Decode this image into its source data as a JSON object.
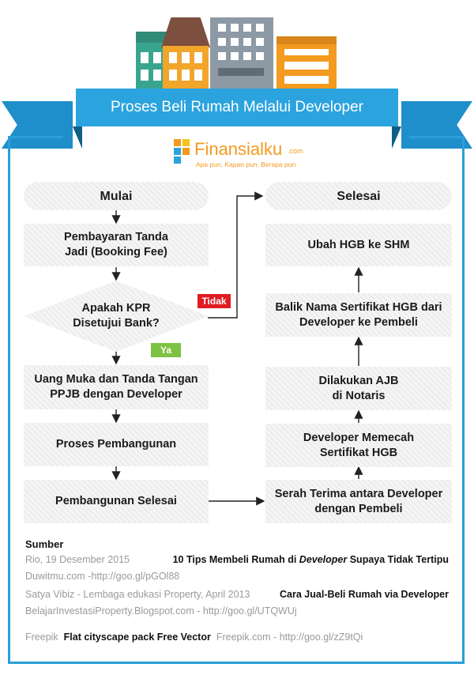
{
  "header": {
    "title": "Proses Beli Rumah Melalui Developer"
  },
  "logo": {
    "name": "Finansialku",
    "dotcom": ".com",
    "tagline": "Apa pun, Kapan pun, Berapa pun"
  },
  "flow": {
    "start": "Mulai",
    "finish": "Selesai",
    "left_steps": [
      "Pembayaran Tanda Jadi (Booking Fee)",
      "Uang Muka dan Tanda Tangan PPJB dengan Developer",
      "Proses Pembangunan",
      "Pembangunan Selesai"
    ],
    "decision": "Apakah KPR Disetujui Bank?",
    "no_label": "Tidak",
    "yes_label": "Ya",
    "right_steps": [
      "Ubah HGB ke SHM",
      "Balik Nama Sertifikat HGB dari Developer ke Pembeli",
      "Dilakukan AJB di Notaris",
      "Developer Memecah Sertifikat HGB",
      "Serah Terima antara Developer dengan Pembeli"
    ]
  },
  "sources": {
    "heading": "Sumber",
    "items": [
      {
        "prefix": "Rio, 19 Desember 2015",
        "title_a": "10 Tips Membeli Rumah di ",
        "title_em": "Developer",
        "title_b": " Supaya Tidak Tertipu",
        "suffix": "Duwitmu.com -http://goo.gl/pGOl88"
      },
      {
        "prefix": "Satya Vibiz - Lembaga edukasi Property, April 2013",
        "title_a": "Cara Jual-Beli Rumah via Developer",
        "suffix": "BelajarInvestasiProperty.Blogspot.com - http://goo.gl/UTQWUj"
      },
      {
        "prefix": "Freepik",
        "title_a": "Flat cityscape pack Free Vector",
        "suffix": "Freepik.com - http://goo.gl/zZ9tQi"
      }
    ]
  },
  "colors": {
    "ribbon": "#2ba3de",
    "ribbon_dark": "#1f8fcb",
    "no": "#e01b22",
    "yes": "#7dc242",
    "logo": "#f39a1f"
  }
}
